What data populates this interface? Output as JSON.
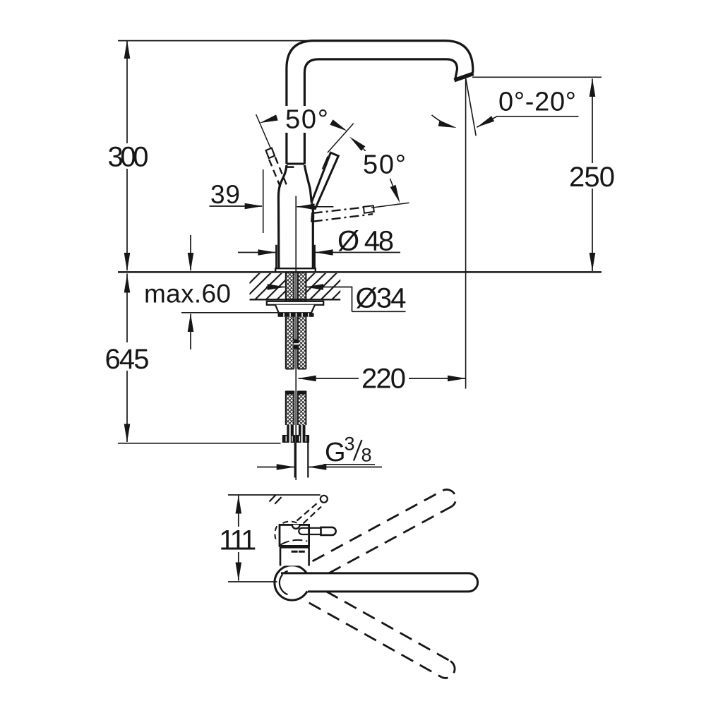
{
  "drawing": {
    "type": "technical-dimension-drawing",
    "subject": "single-lever kitchen faucet with high swivel spout - front elevation with installation cross-section and top (plan) view",
    "units": "mm",
    "colors": {
      "ink": "#161616",
      "background": "#ffffff"
    },
    "labels": {
      "total_height": "300",
      "handle_offset": "39",
      "handle_swing_left": "50°",
      "handle_swing_right": "50°",
      "spout_tilt_range": "0°-20°",
      "spout_height": "250",
      "base_diameter": "Ø 48",
      "deck_thickness": "max.60",
      "hole_diameter": "Ø34",
      "hose_length": "645",
      "spout_reach": "220",
      "thread_size": "G 3/8",
      "thread_letter": "G",
      "thread_numerator": "3",
      "thread_denominator": "8",
      "swivel_body_depth": "111"
    }
  }
}
